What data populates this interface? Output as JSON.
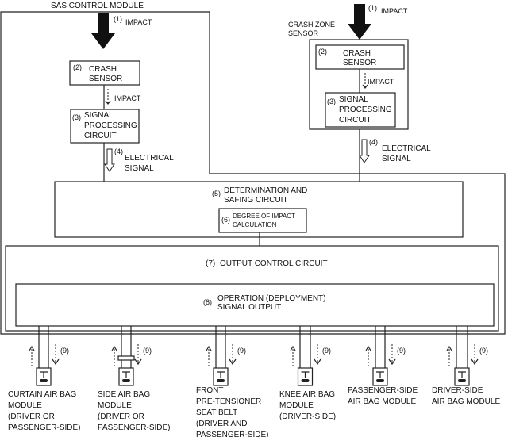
{
  "sas_module": {
    "title": "SAS CONTROL MODULE",
    "impact_num": "(1)",
    "impact_label": "IMPACT",
    "crash_sensor_num": "(2)",
    "crash_sensor_lines": [
      "CRASH",
      "SENSOR"
    ],
    "inner_impact": "IMPACT",
    "signal_num": "(3)",
    "signal_lines": [
      "SIGNAL",
      "PROCESSING",
      "CIRCUIT"
    ],
    "electrical_num": "(4)",
    "electrical_lines": [
      "ELECTRICAL",
      "SIGNAL"
    ]
  },
  "crash_zone": {
    "title_lines": [
      "CRASH ZONE",
      "SENSOR"
    ],
    "impact_num": "(1)",
    "impact_label": "IMPACT",
    "crash_sensor_num": "(2)",
    "crash_sensor_lines": [
      "CRASH",
      "SENSOR"
    ],
    "inner_impact": "IMPACT",
    "signal_num": "(3)",
    "signal_lines": [
      "SIGNAL",
      "PROCESSING",
      "CIRCUIT"
    ],
    "electrical_num": "(4)",
    "electrical_lines": [
      "ELECTRICAL",
      "SIGNAL"
    ]
  },
  "determination": {
    "num": "(5)",
    "lines": [
      "DETERMINATION AND",
      "SAFING CIRCUIT"
    ]
  },
  "degree": {
    "num": "(6)",
    "lines": [
      "DEGREE OF IMPACT",
      "CALCULATION"
    ]
  },
  "output_control": {
    "num": "(7)",
    "label": "OUTPUT CONTROL CIRCUIT"
  },
  "operation": {
    "num": "(8)",
    "lines": [
      "OPERATION (DEPLOYMENT)",
      "SIGNAL OUTPUT"
    ]
  },
  "modules": [
    {
      "num": "(9)",
      "lines": [
        "CURTAIN AIR BAG",
        "MODULE",
        "(DRIVER OR",
        "PASSENGER-SIDE)"
      ]
    },
    {
      "num": "(9)",
      "lines": [
        "SIDE AIR BAG",
        "MODULE",
        "(DRIVER OR",
        "PASSENGER-SIDE)"
      ]
    },
    {
      "num": "(9)",
      "lines": [
        "FRONT",
        "PRE-TENSIONER",
        "SEAT BELT",
        "(DRIVER AND",
        "PASSENGER-SIDE)"
      ]
    },
    {
      "num": "(9)",
      "lines": [
        "KNEE AIR BAG",
        "MODULE",
        "(DRIVER-SIDE)"
      ]
    },
    {
      "num": "(9)",
      "lines": [
        "PASSENGER-SIDE",
        "AIR BAG MODULE"
      ]
    },
    {
      "num": "(9)",
      "lines": [
        "DRIVER-SIDE",
        "AIR BAG MODULE"
      ]
    }
  ]
}
